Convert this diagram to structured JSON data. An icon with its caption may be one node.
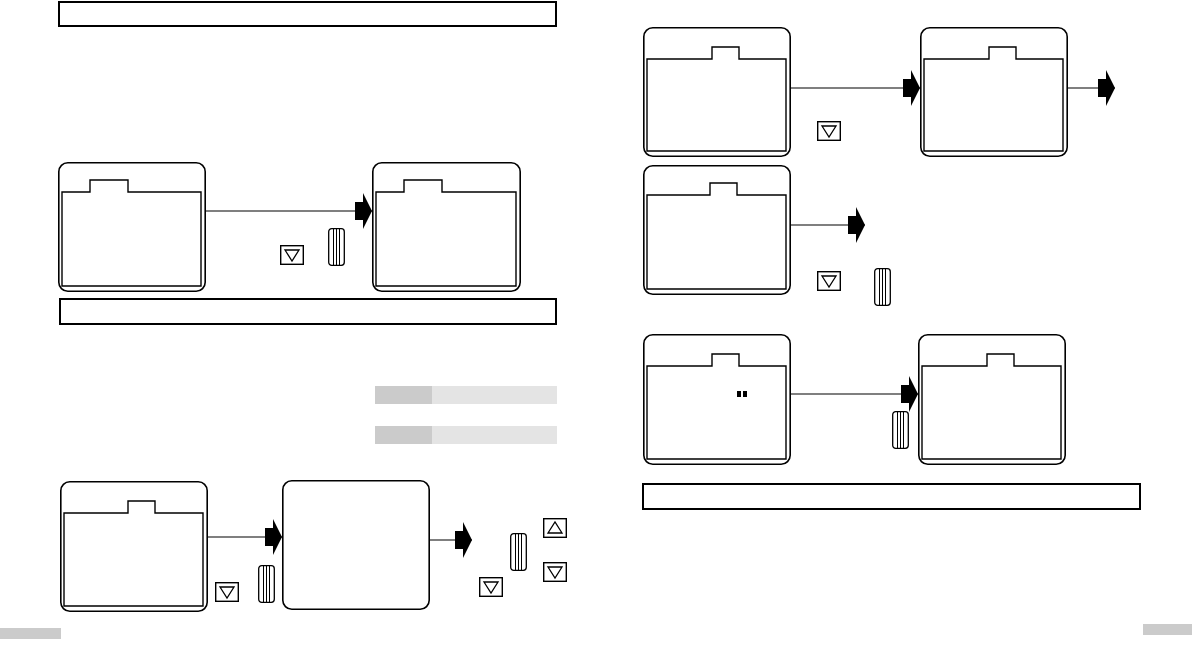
{
  "diagram": {
    "nodes": [
      {
        "text": [],
        "shape": "box"
      },
      {
        "text": [],
        "shape": "box"
      },
      {
        "text": [],
        "shape": "box"
      },
      {
        "text": [],
        "shape": "box"
      },
      {
        "text": [],
        "shape": "box"
      },
      {
        "text": [],
        "shape": "box"
      },
      {
        "text": [],
        "shape": "box"
      },
      {
        "text": [],
        "shape": "box"
      },
      {
        "text": [],
        "shape": "box"
      }
    ],
    "edges": [
      {
        "from": 0,
        "to": 1,
        "arrow": "to"
      },
      {
        "from": 2,
        "to": 3,
        "arrow": "to"
      },
      {
        "from": 3,
        "to": null,
        "arrow": "to"
      },
      {
        "from": 4,
        "to": 5,
        "arrow": "to"
      },
      {
        "from": 5,
        "to": null,
        "arrow": "to"
      },
      {
        "from": 6,
        "to": null,
        "arrow": "to"
      },
      {
        "from": 7,
        "to": 8,
        "arrow": "to"
      }
    ]
  }
}
